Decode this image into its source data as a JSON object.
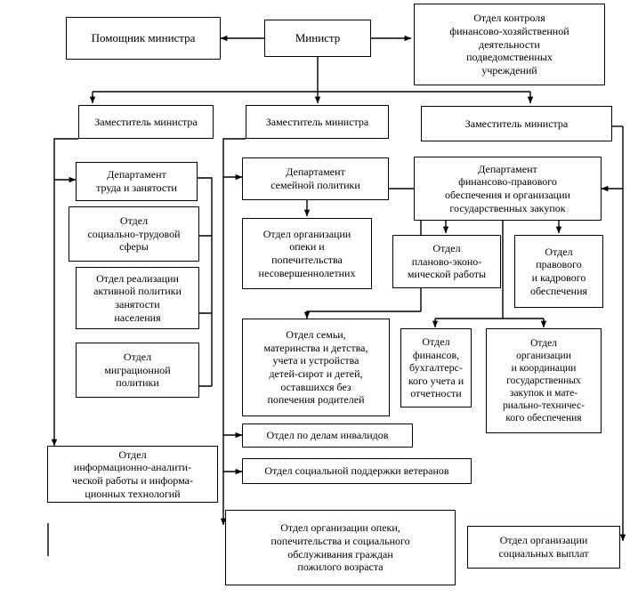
{
  "diagram": {
    "title_text": "",
    "line_color": "#000000",
    "box_fill": "#ffffff",
    "text_color": "#000000"
  },
  "nodes": {
    "minister": {
      "label": "Министр"
    },
    "assistant": {
      "label": "Помощник министра"
    },
    "control_dept": {
      "label": "Отдел контроля\nфинансово-хозяйственной\nдеятельности\nподведомственных\nучреждений"
    },
    "deputy_1": {
      "label": "Заместитель министра"
    },
    "deputy_2": {
      "label": "Заместитель министра"
    },
    "deputy_3": {
      "label": "Заместитель министра"
    },
    "dept_labor": {
      "label": "Департамент\nтруда и занятости"
    },
    "otdel_social_labor": {
      "label": "Отдел\nсоциально-трудовой\nсферы"
    },
    "otdel_active_policy": {
      "label": "Отдел реализации\nактивной политики\nзанятости\nнаселения"
    },
    "otdel_migration": {
      "label": "Отдел\nмиграционной\nполитики"
    },
    "otdel_info_analytic": {
      "label": "Отдел\nинформационно-аналити-\nческой  работы и информа-\nционных технологий"
    },
    "dept_family": {
      "label": "Департамент\nсемейной политики"
    },
    "otdel_guardianship_minors": {
      "label": "Отдел организации\nопеки и\nпопечительства\nнесовершеннолетних"
    },
    "otdel_family_motherhood": {
      "label": "Отдел семьи,\nматеринства и детства,\nучета и устройства\nдетей-сирот и детей,\nоставшихся без\nпопечения родителей"
    },
    "otdel_invalids": {
      "label": "Отдел по делам инвалидов"
    },
    "otdel_veterans": {
      "label": "Отдел социальной поддержки ветеранов"
    },
    "otdel_elderly": {
      "label": "Отдел организации опеки,\nпопечительства и социального\nобслуживания граждан\nпожилого возраста"
    },
    "dept_finance_legal": {
      "label": "Департамент\nфинансово-правового\nобеспечения и организации\nгосударственных закупок"
    },
    "otdel_planning_econ": {
      "label": "Отдел\nпланово-эконо-\nмической работы"
    },
    "otdel_legal_hr": {
      "label": "Отдел\nправового\nи кадрового\nобеспечения"
    },
    "otdel_finance_accounting": {
      "label": "Отдел\nфинансов,\nбухгалтерс-\nкого учета и\nотчетности"
    },
    "otdel_procurement": {
      "label": "Отдел\nорганизации\nи координации\nгосударственных\nзакупок и мате-\nриально-техничес-\nкого обеспечения"
    },
    "otdel_social_payments": {
      "label": "Отдел организации\nсоциальных выплат"
    }
  }
}
